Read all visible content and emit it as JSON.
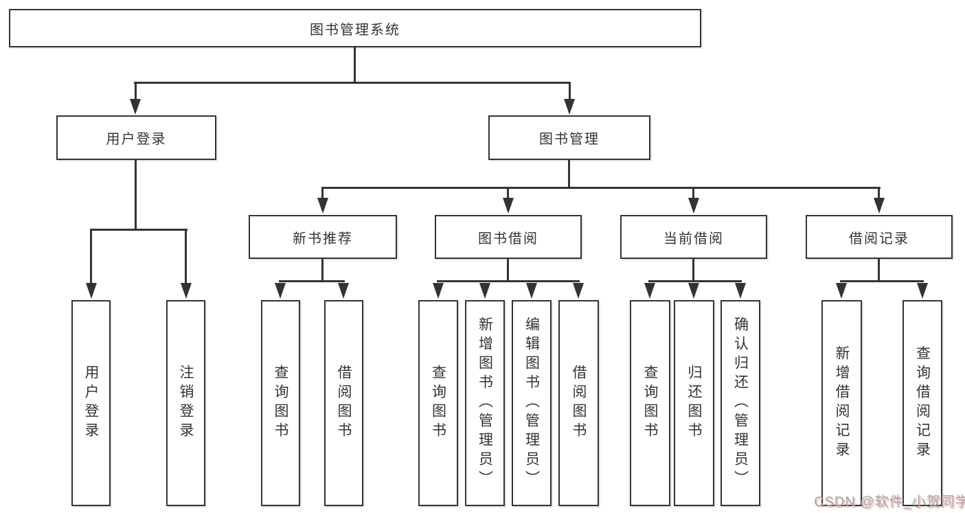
{
  "diagram": {
    "root": {
      "label": "图书管理系统",
      "children": [
        {
          "label": "用户登录",
          "children": [
            {
              "label": "用户登录"
            },
            {
              "label": "注销登录"
            }
          ]
        },
        {
          "label": "图书管理",
          "children": [
            {
              "label": "新书推荐",
              "children": [
                {
                  "label": "查询图书"
                },
                {
                  "label": "借阅图书"
                }
              ]
            },
            {
              "label": "图书借阅",
              "children": [
                {
                  "label": "查询图书"
                },
                {
                  "label": "新增图书（管理员）"
                },
                {
                  "label": "编辑图书（管理员）"
                },
                {
                  "label": "借阅图书"
                }
              ]
            },
            {
              "label": "当前借阅",
              "children": [
                {
                  "label": "查询图书"
                },
                {
                  "label": "归还图书"
                },
                {
                  "label": "确认归还（管理员）"
                }
              ]
            },
            {
              "label": "借阅记录",
              "children": [
                {
                  "label": "新增借阅记录"
                },
                {
                  "label": "查询借阅记录"
                }
              ]
            }
          ]
        }
      ]
    },
    "colors": {
      "line": "#333333",
      "box_border": "#333333",
      "text": "#333333",
      "background": "#ffffff",
      "watermark_text": "#a8a8a8",
      "watermark_shadow": "#ef9a9a"
    }
  },
  "watermark": {
    "text": "CSDN @软件_小贺同学"
  }
}
